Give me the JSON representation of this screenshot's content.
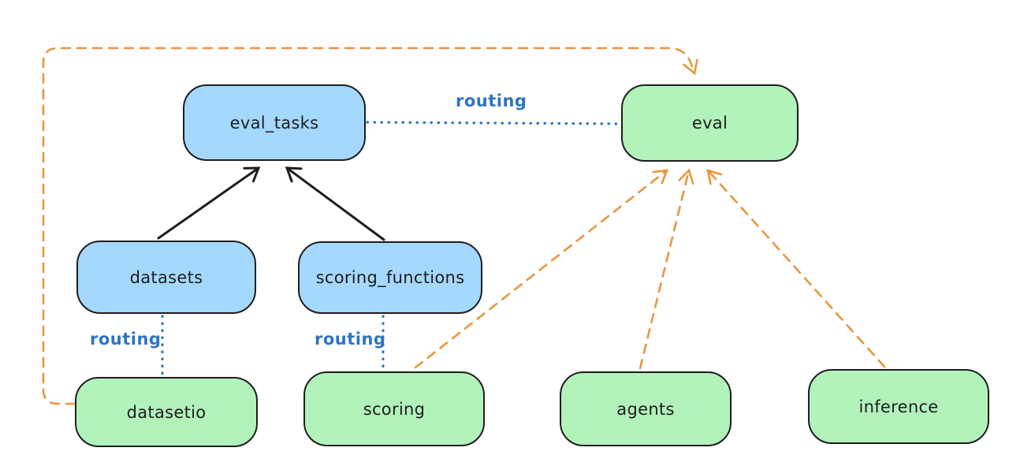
{
  "diagram": {
    "type": "architecture-diagram",
    "style": "excalidraw-hand-drawn",
    "background": "#ffffff",
    "colors": {
      "blue_node_fill": "#a5d8ff",
      "green_node_fill": "#b2f2bb",
      "node_stroke": "#1e1e1e",
      "routing_blue": "#2f74c0",
      "provider_orange": "#e8963c",
      "black_arrow": "#1e1e1e"
    },
    "nodes": [
      {
        "id": "eval_tasks",
        "label": "eval_tasks",
        "fill": "blue"
      },
      {
        "id": "eval",
        "label": "eval",
        "fill": "green"
      },
      {
        "id": "datasets",
        "label": "datasets",
        "fill": "blue"
      },
      {
        "id": "scoring_functions",
        "label": "scoring_functions",
        "fill": "blue"
      },
      {
        "id": "datasetio",
        "label": "datasetio",
        "fill": "green"
      },
      {
        "id": "scoring",
        "label": "scoring",
        "fill": "green"
      },
      {
        "id": "agents",
        "label": "agents",
        "fill": "green"
      },
      {
        "id": "inference",
        "label": "inference",
        "fill": "green"
      }
    ],
    "edges": [
      {
        "from": "datasets",
        "to": "eval_tasks",
        "style": "solid-black-arrow",
        "label": ""
      },
      {
        "from": "scoring_functions",
        "to": "eval_tasks",
        "style": "solid-black-arrow",
        "label": ""
      },
      {
        "from": "eval_tasks",
        "to": "eval",
        "style": "dotted-blue",
        "label": "routing"
      },
      {
        "from": "datasets",
        "to": "datasetio",
        "style": "dotted-blue",
        "label": "routing"
      },
      {
        "from": "scoring_functions",
        "to": "scoring",
        "style": "dotted-blue",
        "label": "routing"
      },
      {
        "from": "datasetio",
        "to": "eval",
        "style": "dashed-orange-arrow",
        "route": "loop-left-top",
        "label": ""
      },
      {
        "from": "scoring",
        "to": "eval",
        "style": "dashed-orange-arrow",
        "label": ""
      },
      {
        "from": "agents",
        "to": "eval",
        "style": "dashed-orange-arrow",
        "label": ""
      },
      {
        "from": "inference",
        "to": "eval",
        "style": "dashed-orange-arrow",
        "label": ""
      }
    ]
  }
}
